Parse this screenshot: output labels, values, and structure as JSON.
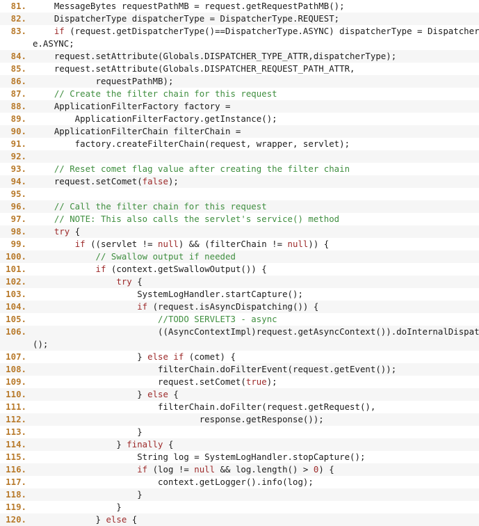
{
  "lines": [
    {
      "n": "81.",
      "segs": [
        {
          "t": "    MessageBytes requestPathMB = request.getRequestPathMB();",
          "c": ""
        }
      ]
    },
    {
      "n": "82.",
      "segs": [
        {
          "t": "    DispatcherType dispatcherType = DispatcherType.REQUEST;",
          "c": ""
        }
      ]
    },
    {
      "n": "83.",
      "segs": [
        {
          "t": "    ",
          "c": ""
        },
        {
          "t": "if",
          "c": "kw"
        },
        {
          "t": " (request.getDispatcherType()==DispatcherType.ASYNC) dispatcherType = DispatcherTyp",
          "c": ""
        }
      ],
      "cont": [
        {
          "t": "e.ASYNC;",
          "c": ""
        }
      ]
    },
    {
      "n": "84.",
      "segs": [
        {
          "t": "    request.setAttribute(Globals.DISPATCHER_TYPE_ATTR,dispatcherType);",
          "c": ""
        }
      ]
    },
    {
      "n": "85.",
      "segs": [
        {
          "t": "    request.setAttribute(Globals.DISPATCHER_REQUEST_PATH_ATTR,",
          "c": ""
        }
      ]
    },
    {
      "n": "86.",
      "segs": [
        {
          "t": "            requestPathMB);",
          "c": ""
        }
      ]
    },
    {
      "n": "87.",
      "segs": [
        {
          "t": "    // Create the filter chain for this request",
          "c": "com"
        }
      ]
    },
    {
      "n": "88.",
      "segs": [
        {
          "t": "    ApplicationFilterFactory factory =",
          "c": ""
        }
      ]
    },
    {
      "n": "89.",
      "segs": [
        {
          "t": "        ApplicationFilterFactory.getInstance();",
          "c": ""
        }
      ]
    },
    {
      "n": "90.",
      "segs": [
        {
          "t": "    ApplicationFilterChain filterChain =",
          "c": ""
        }
      ]
    },
    {
      "n": "91.",
      "segs": [
        {
          "t": "        factory.createFilterChain(request, wrapper, servlet);",
          "c": ""
        }
      ]
    },
    {
      "n": "92.",
      "segs": [
        {
          "t": "",
          "c": ""
        }
      ]
    },
    {
      "n": "93.",
      "segs": [
        {
          "t": "    // Reset comet flag value after creating the filter chain",
          "c": "com"
        }
      ]
    },
    {
      "n": "94.",
      "segs": [
        {
          "t": "    request.setComet(",
          "c": ""
        },
        {
          "t": "false",
          "c": "kw"
        },
        {
          "t": ");",
          "c": ""
        }
      ]
    },
    {
      "n": "95.",
      "segs": [
        {
          "t": "",
          "c": ""
        }
      ]
    },
    {
      "n": "96.",
      "segs": [
        {
          "t": "    // Call the filter chain for this request",
          "c": "com"
        }
      ]
    },
    {
      "n": "97.",
      "segs": [
        {
          "t": "    // NOTE: This also calls the servlet's service() method",
          "c": "com"
        }
      ]
    },
    {
      "n": "98.",
      "segs": [
        {
          "t": "    ",
          "c": ""
        },
        {
          "t": "try",
          "c": "kw"
        },
        {
          "t": " {",
          "c": ""
        }
      ]
    },
    {
      "n": "99.",
      "segs": [
        {
          "t": "        ",
          "c": ""
        },
        {
          "t": "if",
          "c": "kw"
        },
        {
          "t": " ((servlet != ",
          "c": ""
        },
        {
          "t": "null",
          "c": "kw"
        },
        {
          "t": ") && (filterChain != ",
          "c": ""
        },
        {
          "t": "null",
          "c": "kw"
        },
        {
          "t": ")) {",
          "c": ""
        }
      ]
    },
    {
      "n": "100.",
      "segs": [
        {
          "t": "            // Swallow output if needed",
          "c": "com"
        }
      ]
    },
    {
      "n": "101.",
      "segs": [
        {
          "t": "            ",
          "c": ""
        },
        {
          "t": "if",
          "c": "kw"
        },
        {
          "t": " (context.getSwallowOutput()) {",
          "c": ""
        }
      ]
    },
    {
      "n": "102.",
      "segs": [
        {
          "t": "                ",
          "c": ""
        },
        {
          "t": "try",
          "c": "kw"
        },
        {
          "t": " {",
          "c": ""
        }
      ]
    },
    {
      "n": "103.",
      "segs": [
        {
          "t": "                    SystemLogHandler.startCapture();",
          "c": ""
        }
      ]
    },
    {
      "n": "104.",
      "segs": [
        {
          "t": "                    ",
          "c": ""
        },
        {
          "t": "if",
          "c": "kw"
        },
        {
          "t": " (request.isAsyncDispatching()) {",
          "c": ""
        }
      ]
    },
    {
      "n": "105.",
      "segs": [
        {
          "t": "                        //TODO SERVLET3 - async",
          "c": "com"
        }
      ]
    },
    {
      "n": "106.",
      "segs": [
        {
          "t": "                        ((AsyncContextImpl)request.getAsyncContext()).doInternalDispatch",
          "c": ""
        }
      ],
      "cont": [
        {
          "t": "();",
          "c": ""
        }
      ]
    },
    {
      "n": "107.",
      "segs": [
        {
          "t": "                    } ",
          "c": ""
        },
        {
          "t": "else if",
          "c": "kw"
        },
        {
          "t": " (comet) {",
          "c": ""
        }
      ]
    },
    {
      "n": "108.",
      "segs": [
        {
          "t": "                        filterChain.doFilterEvent(request.getEvent());",
          "c": ""
        }
      ]
    },
    {
      "n": "109.",
      "segs": [
        {
          "t": "                        request.setComet(",
          "c": ""
        },
        {
          "t": "true",
          "c": "kw"
        },
        {
          "t": ");",
          "c": ""
        }
      ]
    },
    {
      "n": "110.",
      "segs": [
        {
          "t": "                    } ",
          "c": ""
        },
        {
          "t": "else",
          "c": "kw"
        },
        {
          "t": " {",
          "c": ""
        }
      ]
    },
    {
      "n": "111.",
      "segs": [
        {
          "t": "                        filterChain.doFilter(request.getRequest(),",
          "c": ""
        }
      ]
    },
    {
      "n": "112.",
      "segs": [
        {
          "t": "                                response.getResponse());",
          "c": ""
        }
      ]
    },
    {
      "n": "113.",
      "segs": [
        {
          "t": "                    }",
          "c": ""
        }
      ]
    },
    {
      "n": "114.",
      "segs": [
        {
          "t": "                } ",
          "c": ""
        },
        {
          "t": "finally",
          "c": "kw"
        },
        {
          "t": " {",
          "c": ""
        }
      ]
    },
    {
      "n": "115.",
      "segs": [
        {
          "t": "                    String log = SystemLogHandler.stopCapture();",
          "c": ""
        }
      ]
    },
    {
      "n": "116.",
      "segs": [
        {
          "t": "                    ",
          "c": ""
        },
        {
          "t": "if",
          "c": "kw"
        },
        {
          "t": " (log != ",
          "c": ""
        },
        {
          "t": "null",
          "c": "kw"
        },
        {
          "t": " && log.length() > ",
          "c": ""
        },
        {
          "t": "0",
          "c": "kw"
        },
        {
          "t": ") {",
          "c": ""
        }
      ]
    },
    {
      "n": "117.",
      "segs": [
        {
          "t": "                        context.getLogger().info(log);",
          "c": ""
        }
      ]
    },
    {
      "n": "118.",
      "segs": [
        {
          "t": "                    }",
          "c": ""
        }
      ]
    },
    {
      "n": "119.",
      "segs": [
        {
          "t": "                }",
          "c": ""
        }
      ]
    },
    {
      "n": "120.",
      "segs": [
        {
          "t": "            } ",
          "c": ""
        },
        {
          "t": "else",
          "c": "kw"
        },
        {
          "t": " {",
          "c": ""
        }
      ]
    }
  ]
}
